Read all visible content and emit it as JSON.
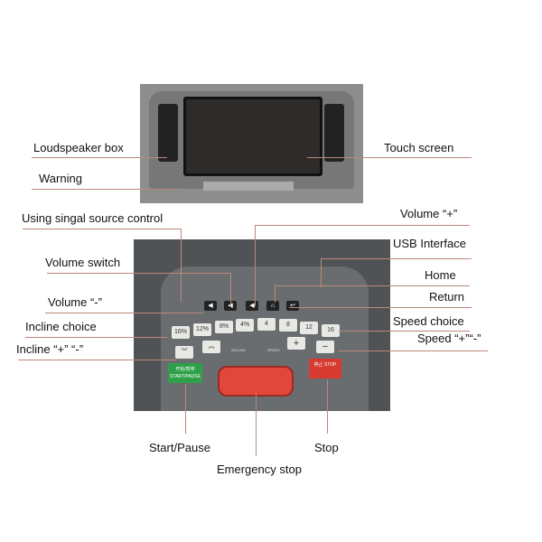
{
  "labels": {
    "loudspeaker_box": "Loudspeaker box",
    "warning": "Warning",
    "touch_screen": "Touch screen",
    "signal_source": "Using singal source control",
    "volume_plus": "Volume “+”",
    "usb_interface": "USB Interface",
    "volume_switch": "Volume switch",
    "home": "Home",
    "volume_minus": "Volume “-”",
    "return": "Return",
    "incline_choice": "Incline choice",
    "speed_choice": "Speed choice",
    "incline_plus_minus": "Incline “+” “-”",
    "speed_plus_minus": "Speed “+”“-”",
    "start_pause": "Start/Pause",
    "emergency_stop": "Emergency stop",
    "stop": "Stop"
  },
  "console": {
    "incline_buttons": [
      "16%",
      "12%",
      "8%",
      "4%"
    ],
    "speed_buttons": [
      "4",
      "8",
      "12",
      "16"
    ],
    "incline_label": "INCLINE",
    "speed_label": "SPEED",
    "start_button": "开始/暂停 START/PAUSE",
    "stop_button": "停止 STOP",
    "plus": "+",
    "minus": "−",
    "up": "︽",
    "down": "︾"
  }
}
